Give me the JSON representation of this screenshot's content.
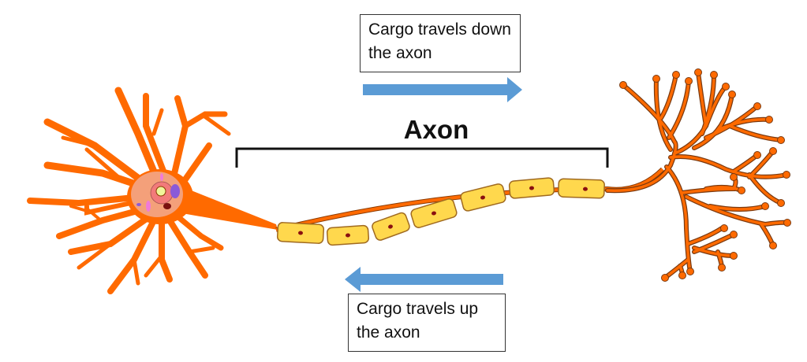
{
  "labels": {
    "top_box": "Cargo travels down the axon",
    "bottom_box": "Cargo travels up the axon",
    "axon": "Axon"
  },
  "colors": {
    "neuron": "#ff6a00",
    "myelin": "#ffd84d",
    "arrow": "#5b9bd5",
    "nucleus": "#f4a07a"
  },
  "icons": [
    "arrow-right-icon",
    "arrow-left-icon"
  ]
}
